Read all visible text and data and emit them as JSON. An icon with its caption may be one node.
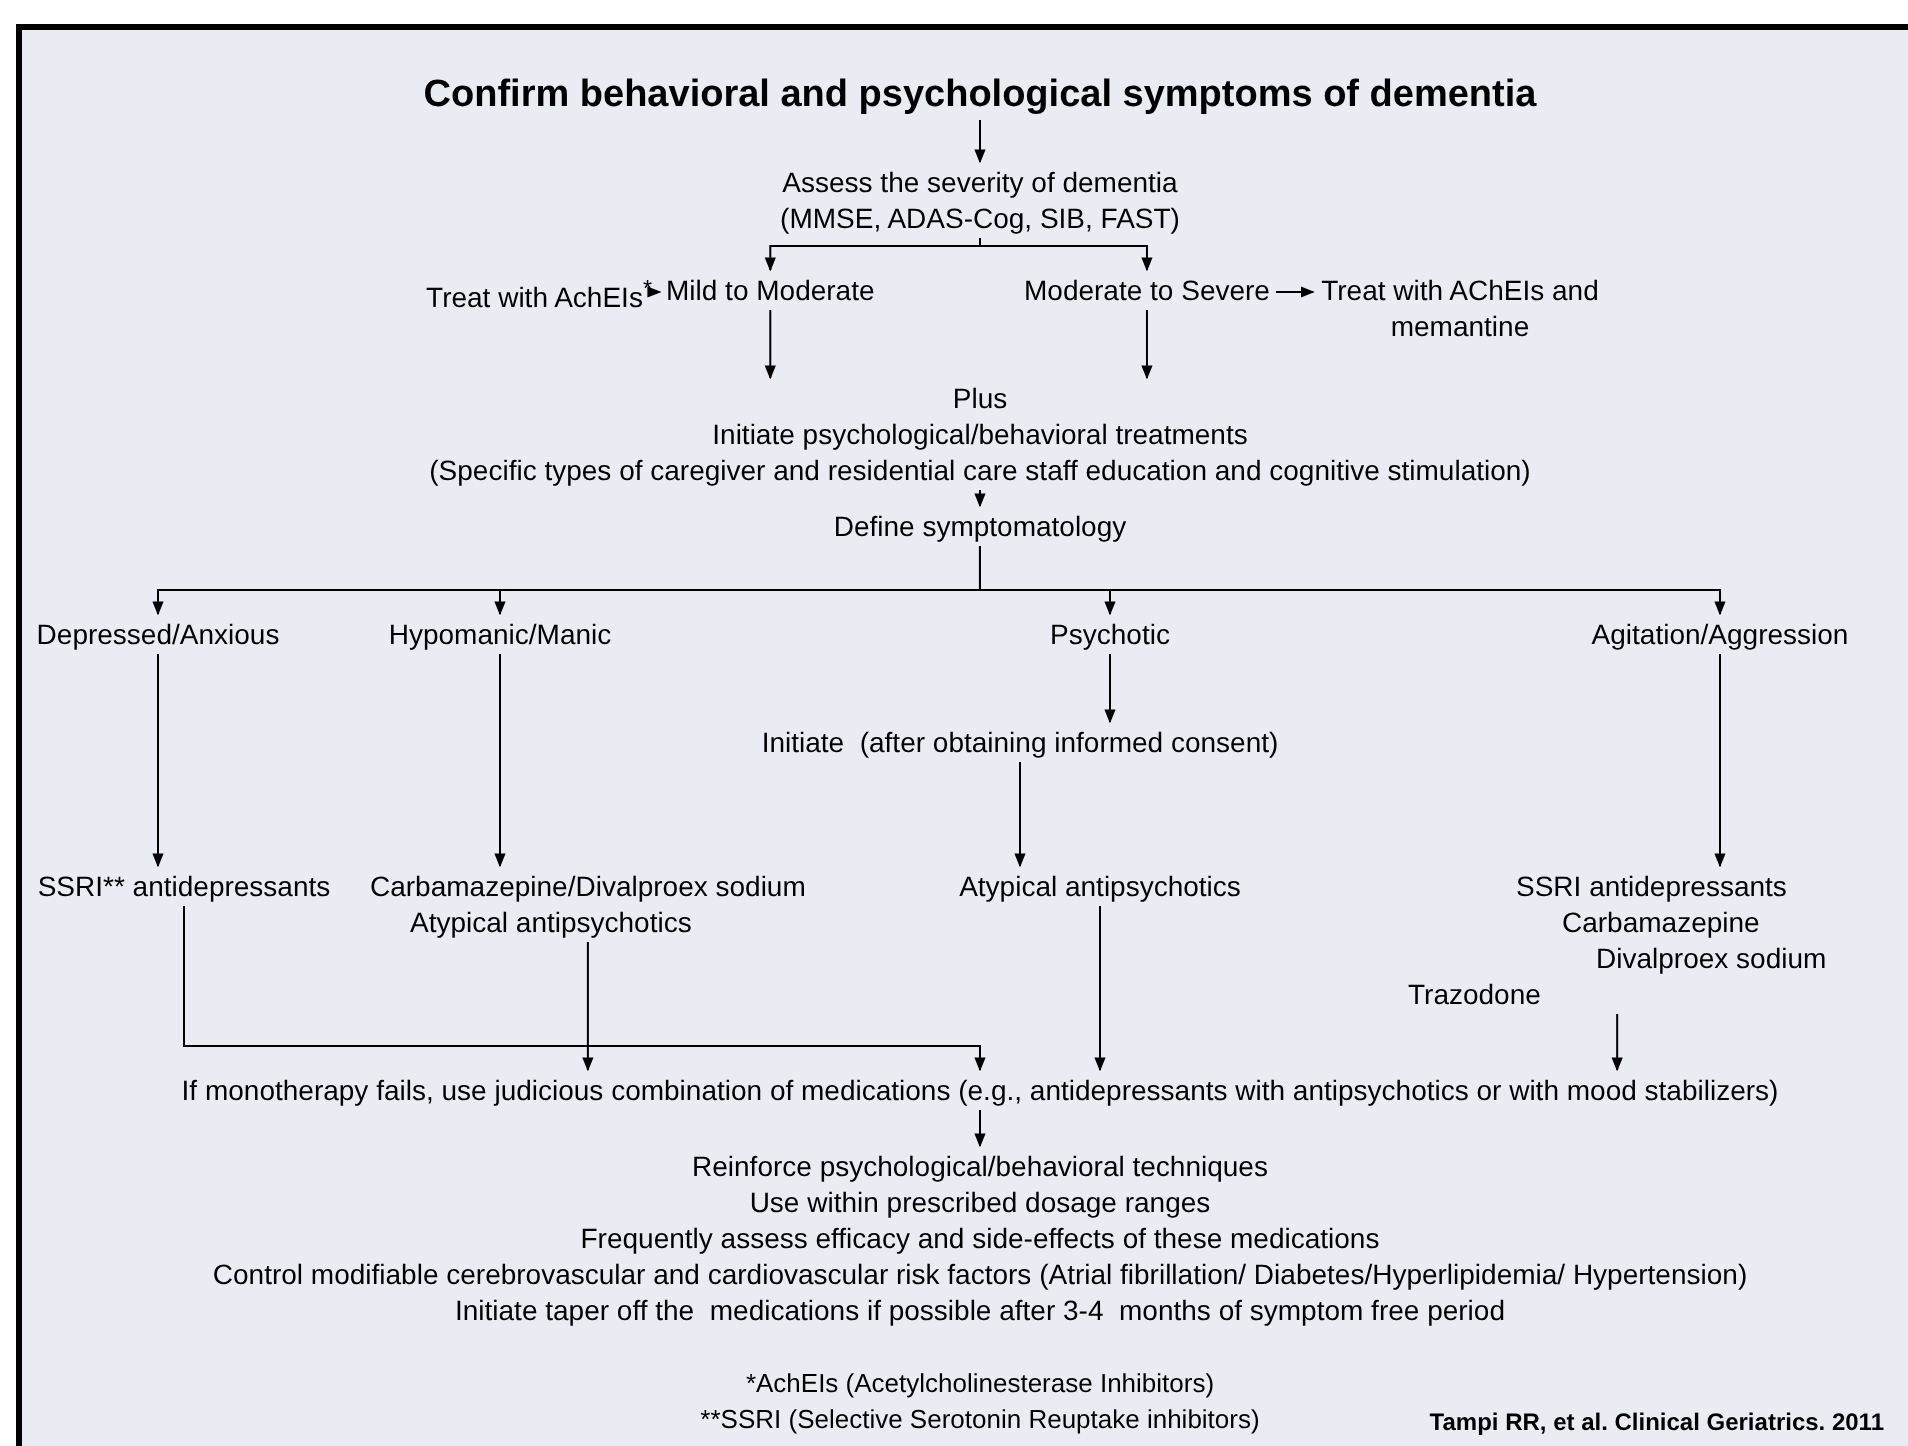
{
  "diagram": {
    "nodes": [
      {
        "text": [
          "Confirm behavioral and psychological symptoms of dementia"
        ]
      },
      {
        "text": [
          "Assess the severity of dementia",
          "(MMSE, ADAS-Cog, SIB, FAST)"
        ]
      },
      {
        "text": [
          "Mild to Moderate"
        ]
      },
      {
        "text": [
          "Treat with AchEIs$^{*}$"
        ]
      },
      {
        "text": [
          "Moderate to Severe"
        ]
      },
      {
        "text": [
          "Treat with AChEIs and memantine"
        ]
      },
      {
        "text": [
          "Plus",
          "Initiate psychological/behavioral treatments",
          "(Specific types of caregiver and residential care staff education and cognitive stimulation)"
        ]
      },
      {
        "text": [
          "Define symptomatology"
        ]
      },
      {
        "text": [
          "Depressed/Anxious"
        ]
      },
      {
        "text": [
          "Hypomanic/Manic"
        ]
      },
      {
        "text": [
          "Psychotic"
        ]
      },
      {
        "text": [
          "Agitation/Aggression"
        ]
      },
      {
        "text": [
          "Initiate  (after obtaining informed consent)"
        ]
      },
      {
        "text": [
          "SSRI** antidepressants"
        ]
      },
      {
        "text": [
          "Carbamazepine/Divalproex sodium",
          "Atypical antipsychotics"
        ]
      },
      {
        "text": [
          "Atypical antipsychotics"
        ]
      },
      {
        "text": [
          "SSRI antidepressants",
          "Carbamazepine",
          "Divalproex sodium",
          "Trazodone"
        ]
      },
      {
        "text": [
          "If monotherapy fails, use judicious combination of medications (e.g., antidepressants with antipsychotics or with mood stabilizers)"
        ]
      },
      {
        "text": [
          "Reinforce psychological/behavioral techniques",
          "Use within prescribed dosage ranges",
          "Frequently assess efficacy and side-effects of these medications",
          "Control modifiable cerebrovascular and cardiovascular risk factors (Atrial fibrillation/ Diabetes/Hyperlipidemia/ Hypertension)",
          "Initiate taper off the  medications if possible after 3-4  months of symptom free period"
        ]
      }
    ],
    "edges": [
      {
        "from": 0,
        "to": 1,
        "arrow": "to"
      },
      {
        "from": 1,
        "to": 2,
        "arrow": "to"
      },
      {
        "from": 1,
        "to": 4,
        "arrow": "to"
      },
      {
        "from": 2,
        "to": 3,
        "arrow": "to"
      },
      {
        "from": 4,
        "to": 5,
        "arrow": "to"
      },
      {
        "from": 2,
        "to": 6,
        "arrow": "to"
      },
      {
        "from": 4,
        "to": 6,
        "arrow": "to"
      },
      {
        "from": 6,
        "to": 7,
        "arrow": "to"
      },
      {
        "from": 7,
        "to": 8,
        "arrow": "to"
      },
      {
        "from": 7,
        "to": 9,
        "arrow": "to"
      },
      {
        "from": 7,
        "to": 10,
        "arrow": "to"
      },
      {
        "from": 7,
        "to": 11,
        "arrow": "to"
      },
      {
        "from": 10,
        "to": 12,
        "arrow": "to"
      },
      {
        "from": 8,
        "to": 13,
        "arrow": "to"
      },
      {
        "from": 9,
        "to": 14,
        "arrow": "to"
      },
      {
        "from": 12,
        "to": 15,
        "arrow": "to"
      },
      {
        "from": 11,
        "to": 16,
        "arrow": "to"
      },
      {
        "from": 13,
        "to": 17,
        "arrow": "to"
      },
      {
        "from": 14,
        "to": 17,
        "arrow": "to"
      },
      {
        "from": 15,
        "to": 17,
        "arrow": "to"
      },
      {
        "from": 16,
        "to": 17,
        "arrow": "to"
      },
      {
        "from": 17,
        "to": 18,
        "arrow": "to"
      }
    ],
    "labels": [
      "*AchEIs (Acetylcholinesterase Inhibitors)",
      "**SSRI (Selective Serotonin Reuptake inhibitors)",
      "Tampi RR, et al. Clinical Geriatrics. 2011"
    ]
  }
}
